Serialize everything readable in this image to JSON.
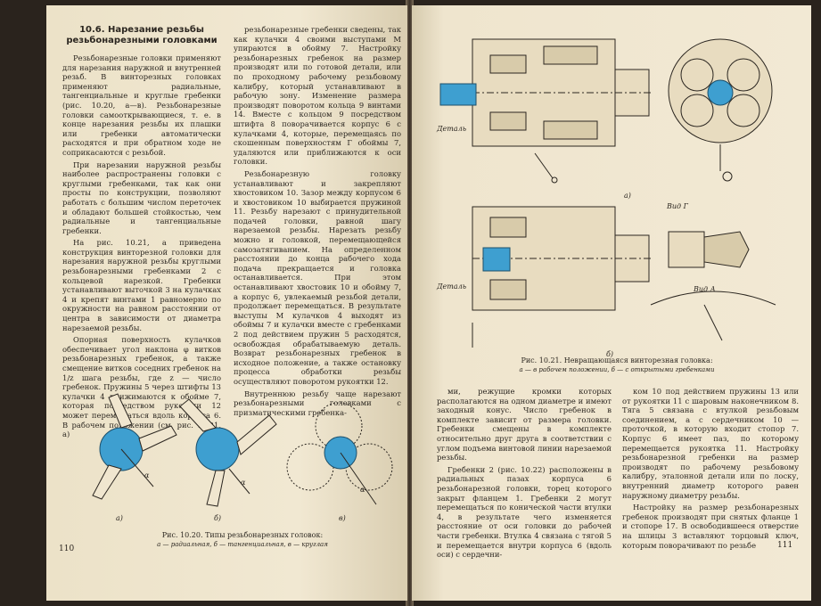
{
  "left": {
    "section_title": "10.6. Нарезание резьбы резьбонарезными головками",
    "col1": [
      "Резьбонарезные головки применяют для нарезания наружной и внутренней резьб. В винторезных головках применяют радиальные, тангенциальные и круглые гребенки (рис. 10.20, а—в). Резьбонарезные головки самооткрывающиеся, т. е. в конце нарезания резьбы их плашки или гребенки автоматически расходятся и при обратном ходе не соприкасаются с резьбой.",
      "При нарезании наружной резьбы наиболее распространены головки с круглыми гребенками, так как они просты по конструкции, позволяют работать с большим числом переточек и обладают большей стойкостью, чем радиальные и тангенциальные гребенки.",
      "На рис. 10.21, а приведена конструкция винторезной головки для нарезания наружной резьбы круглыми резьбонарезными гребенками 2 с кольцевой нарезкой. Гребенки устанавливают выточкой 3 на кулачках 4 и крепят винтами 1 равномерно по окружности на равном расстоянии от центра в зависимости от диаметра нарезаемой резьбы.",
      "Опорная поверхность кулачков обеспечивает угол наклона φ витков резьбонарезных гребенок, а также смещение витков соседних гребенок на 1/z шага резьбы, где z — число гребенок. Пружины 5 через штифты 13 кулачки 4 прижимаются к обойме 7, которая посредством рукоятки 12 может перемещаться вдоль корпуса 6. В рабочем положении (см. рис. 10.21, а)"
    ],
    "col2": [
      "резьбонарезные гребенки сведены, так как кулачки 4 своими выступами М упираются в обойму 7. Настройку резьбонарезных гребенок на размер производят или по готовой детали, или по проходному рабочему резьбовому калибру, который устанавливают в рабочую зону. Изменение размера производят поворотом кольца 9 винтами 14. Вместе с кольцом 9 посредством штифта 8 поворачивается корпус 6 с кулачками 4, которые, перемещаясь по скошенным поверхностям Г обоймы 7, удаляются или приближаются к оси головки.",
      "Резьбонарезную головку устанавливают и закрепляют хвостовиком 10. Зазор между корпусом 6 и хвостовиком 10 выбирается пружиной 11. Резьбу нарезают с принудительной подачей головки, равной шагу нарезаемой резьбы. Нарезать резьбу можно и головкой, перемещающейся самозатягиванием. На определенном расстоянии до конца рабочего хода подача прекращается и головка останавливается. При этом останавливают хвостовик 10 и обойму 7, а корпус 6, увлекаемый резьбой детали, продолжает перемещаться. В результате выступы М кулачков 4 выходят из обоймы 7 и кулачки вместе с гребенками 2 под действием пружин 5 расходятся, освобождая обрабатываемую деталь. Возврат резьбонарезных гребенок в исходное положение, а также остановку процесса обработки резьбы осуществляют поворотом рукоятки 12.",
      "Внутреннюю резьбу чаще нарезают резьбонарезными головками с призматическими гребенка-"
    ],
    "fig_caption": "Рис. 10.20. Типы резьбонарезных головок:",
    "fig_caption_sub": "а — радиальная, б — тангенциальная, в — круглая",
    "fig_labels": [
      "а)",
      "б)",
      "в)"
    ],
    "alpha": "α",
    "page_number": "110"
  },
  "right": {
    "fig_caption": "Рис. 10.21. Невращающаяся винторезная головка:",
    "fig_caption_sub": "а — в рабочем положении, б — с открытыми гребенками",
    "fig_a": "а)",
    "fig_b": "б)",
    "detail": "Деталь",
    "vid_g": "Вид Г",
    "vid_a": "Вид А",
    "col1": [
      "ми, режущие кромки которых располагаются на одном диаметре и имеют заходный конус. Число гребенок в комплекте зависит от размера головки. Гребенки смещены в комплекте относительно друг друга в соответствии с углом подъема винтовой линии нарезаемой резьбы.",
      "Гребенки 2 (рис. 10.22) расположены в радиальных пазах корпуса 6 резьбонарезной головки, торец которого закрыт фланцем 1. Гребенки 2 могут перемещаться по конической части втулки 4, в результате чего изменяется расстояние от оси головки до рабочей части гребенки. Втулка 4 связана с тягой 5 и перемещается внутри корпуса 6 (вдоль оси) с сердечни-"
    ],
    "col2": [
      "ком 10 под действием пружины 13 или от рукоятки 11 с шаровым наконечником 8. Тяга 5 связана с втулкой резьбовым соединением, а с сердечником 10 — проточкой, в которую входит стопор 7. Корпус 6 имеет паз, по которому перемещается рукоятка 11. Настройку резьбонарезной гребенки на размер производят по рабочему резьбовому калибру, эталонной детали или по лоску, внутренний диаметр которого равен наружному диаметру резьбы.",
      "Настройку на размер резьбонарезных гребенок производят при снятых фланце 1 и стопоре 17. В освободившееся отверстие на шлицы 3 вставляют торцовый ключ, которым поворачивают по резьбе"
    ],
    "page_number": "111"
  },
  "colors": {
    "paper": "#f0e6cf",
    "ink": "#2b2620",
    "blue": "#3e9fd0"
  }
}
